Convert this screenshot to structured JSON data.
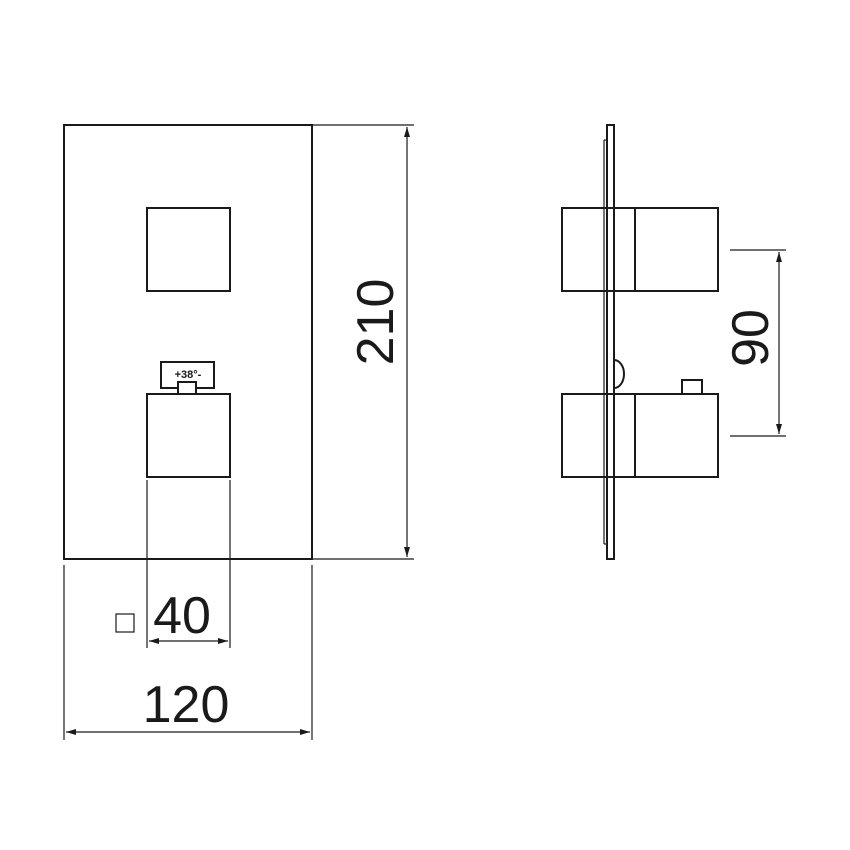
{
  "dimensions": {
    "height_label": "210",
    "width_label": "120",
    "knob_width_label": "40",
    "spacing_label": "90"
  },
  "scale_indicator": {
    "text": "+38°-"
  },
  "stroke_color": "#1a1a1a",
  "background_color": "#ffffff"
}
